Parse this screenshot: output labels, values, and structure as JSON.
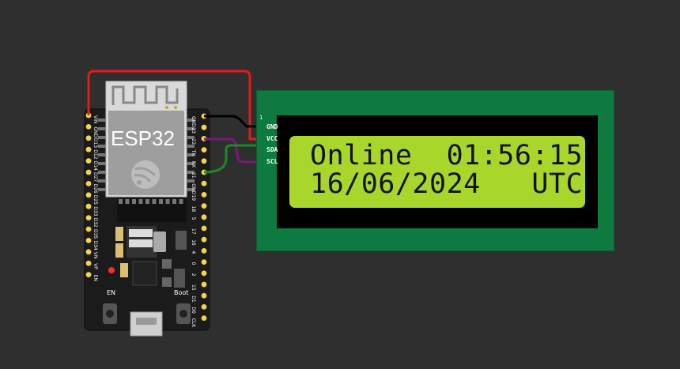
{
  "board": {
    "name": "ESP32",
    "left_pin_labels": [
      "VIN",
      "GND",
      "D13",
      "D12",
      "D14",
      "D27",
      "D26",
      "D25",
      "D33",
      "D32",
      "D35",
      "D34",
      "VN",
      "VP",
      "EN"
    ],
    "right_pin_labels": [
      "GND",
      "23",
      "22",
      "TX",
      "RX",
      "21",
      "GND",
      "19",
      "18",
      "5",
      "17",
      "16",
      "4",
      "0",
      "2",
      "15",
      "D1",
      "D0",
      "CLK"
    ],
    "en_label": "EN",
    "boot_label": "Boot"
  },
  "lcd": {
    "pin1_label": "1",
    "pins": [
      "GND",
      "VCC",
      "SDA",
      "SCL"
    ],
    "line1": "Online  01:56:15",
    "line2": "16/06/2024   UTC"
  },
  "colors": {
    "background": "#2f2f2f",
    "wire_red": "#e8191b",
    "wire_black": "#000000",
    "wire_purple": "#7a1a7a",
    "wire_green": "#1c8a20",
    "lcd_pcb": "#0f7a40",
    "lcd_backlight": "#a8d62a",
    "pin_gold": "#f5d547"
  }
}
